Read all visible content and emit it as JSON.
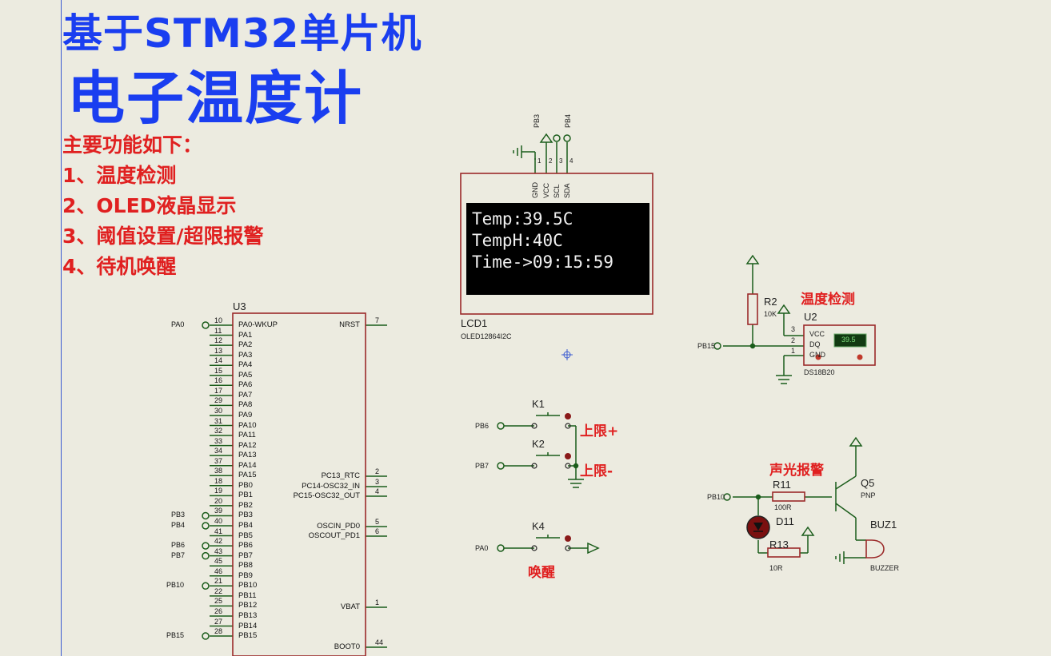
{
  "title": {
    "line1": "基于STM32单片机",
    "line2": "电子温度计"
  },
  "features": [
    "主要功能如下：",
    "1、温度检测",
    "2、OLED液晶显示",
    "3、阈值设置/超限报警",
    "4、待机唤醒"
  ],
  "colors": {
    "title": "#1a3ef0",
    "feature_text": "#e02020",
    "wire": "#1a5c1a",
    "component": "#9b2a2a",
    "background": "#ecebe0"
  },
  "lcd": {
    "ref": "LCD1",
    "part": "OLED12864I2C",
    "pins": [
      "GND",
      "VCC",
      "SCL",
      "SDA"
    ],
    "pin_nums": [
      "1",
      "2",
      "3",
      "4"
    ],
    "top_nets": [
      "PB3",
      "PB4"
    ],
    "display": [
      "Temp:39.5C",
      "TempH:40C",
      "Time->09:15:59"
    ]
  },
  "sensor": {
    "label": "温度检测",
    "ref": "U2",
    "part": "DS18B20",
    "reading": "39.5",
    "pins": [
      "VCC",
      "DQ",
      "GND"
    ],
    "pin_nums": [
      "3",
      "2",
      "1"
    ],
    "resistor": {
      "ref": "R2",
      "value": "10K"
    },
    "net": "PB15"
  },
  "buttons": {
    "k1": {
      "ref": "K1",
      "net": "PB6",
      "label": "上限+"
    },
    "k2": {
      "ref": "K2",
      "net": "PB7",
      "label": "上限-"
    },
    "k4": {
      "ref": "K4",
      "net": "PA0",
      "label": "唤醒"
    }
  },
  "alarm": {
    "label": "声光报警",
    "net": "PB10",
    "r11": {
      "ref": "R11",
      "value": "100R"
    },
    "q5": {
      "ref": "Q5",
      "type": "PNP"
    },
    "d11": {
      "ref": "D11"
    },
    "r13": {
      "ref": "R13",
      "value": "10R"
    },
    "buzzer": {
      "ref": "BUZ1",
      "part": "BUZZER"
    }
  },
  "mcu": {
    "ref": "U3",
    "left_pins": [
      {
        "num": "10",
        "name": "PA0-WKUP",
        "net": "PA0"
      },
      {
        "num": "11",
        "name": "PA1",
        "net": ""
      },
      {
        "num": "12",
        "name": "PA2",
        "net": ""
      },
      {
        "num": "13",
        "name": "PA3",
        "net": ""
      },
      {
        "num": "14",
        "name": "PA4",
        "net": ""
      },
      {
        "num": "15",
        "name": "PA5",
        "net": ""
      },
      {
        "num": "16",
        "name": "PA6",
        "net": ""
      },
      {
        "num": "17",
        "name": "PA7",
        "net": ""
      },
      {
        "num": "29",
        "name": "PA8",
        "net": ""
      },
      {
        "num": "30",
        "name": "PA9",
        "net": ""
      },
      {
        "num": "31",
        "name": "PA10",
        "net": ""
      },
      {
        "num": "32",
        "name": "PA11",
        "net": ""
      },
      {
        "num": "33",
        "name": "PA12",
        "net": ""
      },
      {
        "num": "34",
        "name": "PA13",
        "net": ""
      },
      {
        "num": "37",
        "name": "PA14",
        "net": ""
      },
      {
        "num": "38",
        "name": "PA15",
        "net": ""
      },
      {
        "num": "18",
        "name": "PB0",
        "net": ""
      },
      {
        "num": "19",
        "name": "PB1",
        "net": ""
      },
      {
        "num": "20",
        "name": "PB2",
        "net": ""
      },
      {
        "num": "39",
        "name": "PB3",
        "net": "PB3"
      },
      {
        "num": "40",
        "name": "PB4",
        "net": "PB4"
      },
      {
        "num": "41",
        "name": "PB5",
        "net": ""
      },
      {
        "num": "42",
        "name": "PB6",
        "net": "PB6"
      },
      {
        "num": "43",
        "name": "PB7",
        "net": "PB7"
      },
      {
        "num": "45",
        "name": "PB8",
        "net": ""
      },
      {
        "num": "46",
        "name": "PB9",
        "net": ""
      },
      {
        "num": "21",
        "name": "PB10",
        "net": "PB10"
      },
      {
        "num": "22",
        "name": "PB11",
        "net": ""
      },
      {
        "num": "25",
        "name": "PB12",
        "net": ""
      },
      {
        "num": "26",
        "name": "PB13",
        "net": ""
      },
      {
        "num": "27",
        "name": "PB14",
        "net": ""
      },
      {
        "num": "28",
        "name": "PB15",
        "net": "PB15"
      }
    ],
    "right_pins": [
      {
        "num": "7",
        "name": "NRST"
      },
      {
        "num": "2",
        "name": "PC13_RTC"
      },
      {
        "num": "3",
        "name": "PC14-OSC32_IN"
      },
      {
        "num": "4",
        "name": "PC15-OSC32_OUT"
      },
      {
        "num": "5",
        "name": "OSCIN_PD0"
      },
      {
        "num": "6",
        "name": "OSCOUT_PD1"
      },
      {
        "num": "1",
        "name": "VBAT"
      },
      {
        "num": "44",
        "name": "BOOT0"
      }
    ]
  }
}
